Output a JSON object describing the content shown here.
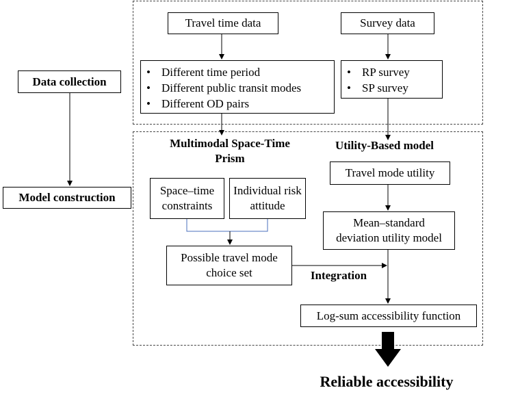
{
  "left": {
    "data_collection": "Data collection",
    "model_construction": "Model construction"
  },
  "top": {
    "travel_time_data": "Travel time data",
    "survey_data": "Survey data",
    "travel_time_items": [
      "Different  time period",
      "Different  public transit modes",
      "Different  OD pairs"
    ],
    "survey_items": [
      "RP survey",
      "SP survey"
    ]
  },
  "bottom": {
    "prism_title_line1": "Multimodal  Space-Time",
    "prism_title_line2": "Prism",
    "utility_title": "Utility-Based  model",
    "space_time_line1": "Space–time",
    "space_time_line2": "constraints",
    "risk_line1": "Individual risk",
    "risk_line2": "attitude",
    "choice_set_line1": "Possible travel mode",
    "choice_set_line2": "choice set",
    "mode_utility": "Travel mode utility",
    "mean_std_line1": "Mean–standard",
    "mean_std_line2": "deviation utility  model",
    "integration": "Integration",
    "logsum": "Log-sum accessibility function"
  },
  "result": "Reliable accessibility"
}
